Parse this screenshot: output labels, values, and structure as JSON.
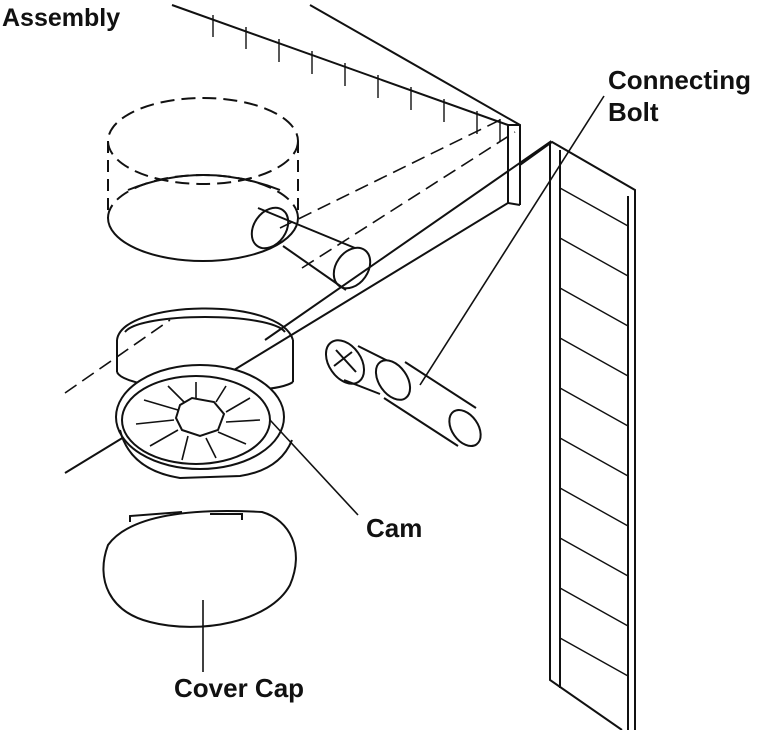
{
  "diagram": {
    "title": "Assembly",
    "labels": {
      "connecting_bolt_line1": "Connecting",
      "connecting_bolt_line2": "Bolt",
      "cam": "Cam",
      "cover_cap": "Cover Cap"
    },
    "parts": [
      "panel",
      "side-panel",
      "drill-hole",
      "bolt-channel",
      "cam",
      "connecting-bolt",
      "cover-cap"
    ]
  },
  "colors": {
    "line": "#111111",
    "background": "#ffffff"
  }
}
